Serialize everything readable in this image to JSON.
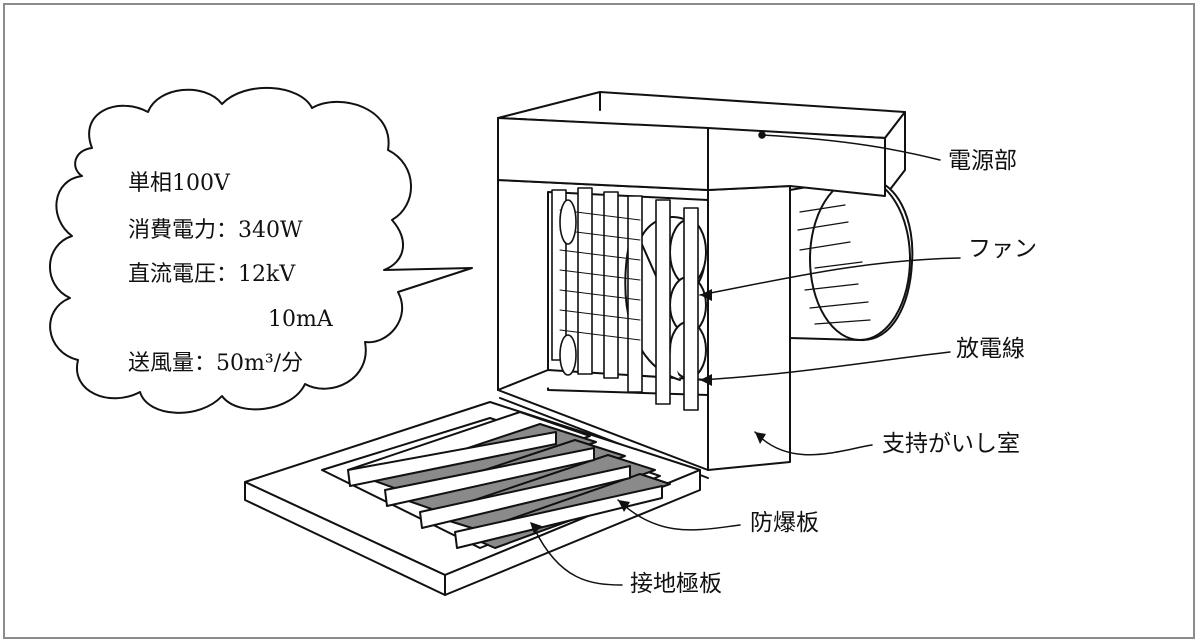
{
  "specs": {
    "line1": "単相100V",
    "line2": "消費電力：340W",
    "line3": "直流電圧：12kV",
    "line4": "10mA",
    "line5": "送風量：50m³/分"
  },
  "labels": {
    "power_unit": "電源部",
    "fan": "ファン",
    "discharge_wire": "放電線",
    "insulator_room": "支持がいし室",
    "explosion_proof_plate": "防爆板",
    "ground_electrode_plate": "接地極板"
  },
  "colors": {
    "line": "#111111",
    "frame": "#8c8c8c",
    "plate_fill": "#8a8a8a",
    "background": "#ffffff"
  }
}
